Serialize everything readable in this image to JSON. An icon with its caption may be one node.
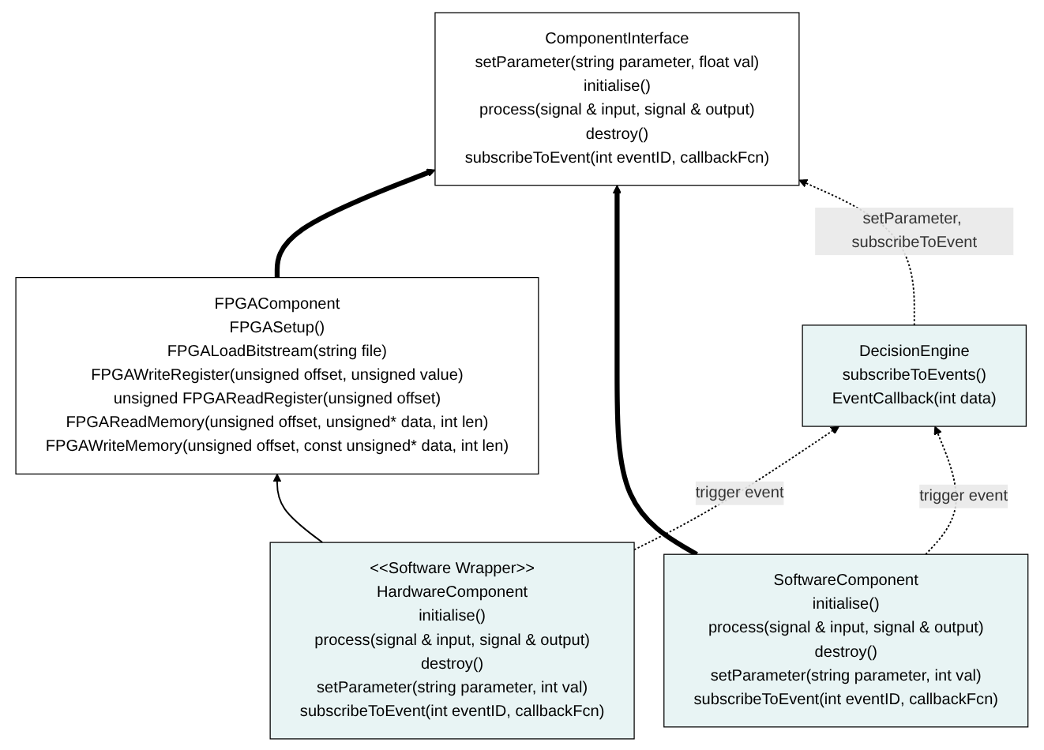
{
  "diagram": {
    "nodes": [
      {
        "text": [
          "ComponentInterface",
          "setParameter(string parameter, float val)",
          "initialise()",
          "process(signal & input, signal & output)",
          "destroy()",
          "subscribeToEvent(int eventID, callbackFcn)"
        ]
      },
      {
        "text": [
          "FPGAComponent",
          "FPGASetup()",
          "FPGALoadBitstream(string file)",
          "FPGAWriteRegister(unsigned offset, unsigned value)",
          "unsigned FPGAReadRegister(unsigned offset)",
          "FPGAReadMemory(unsigned offset, unsigned* data, int len)",
          "FPGAWriteMemory(unsigned offset, const unsigned* data, int len)"
        ]
      },
      {
        "text": [
          "DecisionEngine",
          "subscribeToEvents()",
          "EventCallback(int data)"
        ]
      },
      {
        "text": [
          "<<Software Wrapper>>",
          "HardwareComponent",
          "initialise()",
          "process(signal & input, signal & output)",
          "destroy()",
          "setParameter(string parameter, int val)",
          "subscribeToEvent(int eventID, callbackFcn)"
        ]
      },
      {
        "text": [
          "SoftwareComponent",
          "initialise()",
          "process(signal & input, signal & output)",
          "destroy()",
          "setParameter(string parameter, int val)",
          "subscribeToEvent(int eventID, callbackFcn)"
        ]
      }
    ],
    "edges": [
      {
        "from": 1,
        "to": 0,
        "arrow": "to",
        "style": "thick"
      },
      {
        "from": 3,
        "to": 1,
        "arrow": "to"
      },
      {
        "from": 4,
        "to": 0,
        "arrow": "to",
        "style": "thick"
      },
      {
        "from": 2,
        "to": 0,
        "arrow": "to",
        "style": "dashed",
        "label": "setParameter, subscribeToEvent"
      },
      {
        "from": 3,
        "to": 2,
        "arrow": "to",
        "style": "dashed",
        "label": "trigger event"
      },
      {
        "from": 4,
        "to": 2,
        "arrow": "to",
        "style": "dashed",
        "label": "trigger event"
      }
    ]
  }
}
